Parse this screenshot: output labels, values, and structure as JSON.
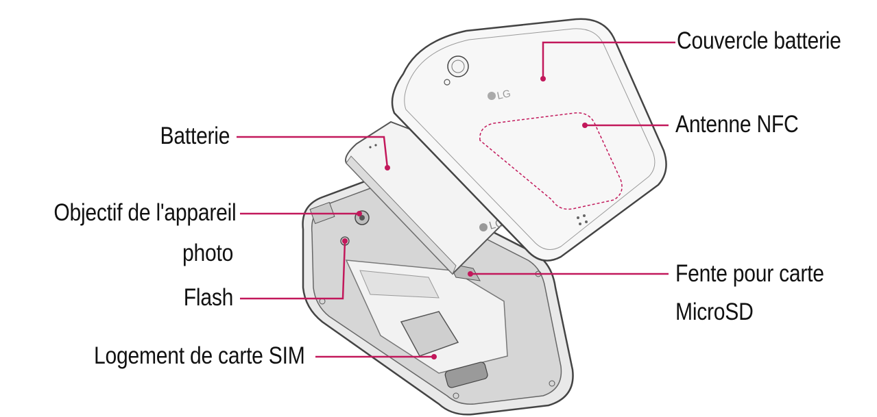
{
  "diagram": {
    "accent_color": "#c2185b",
    "brand_mark": "LG",
    "labels": {
      "battery_cover": "Couvercle batterie",
      "nfc_antenna": "Antenne NFC",
      "battery": "Batterie",
      "camera_lens_line1": "Objectif de l'appareil",
      "camera_lens_line2": "photo",
      "flash": "Flash",
      "microsd_line1": "Fente pour carte",
      "microsd_line2": "MicroSD",
      "sim_slot": "Logement de carte SIM"
    }
  }
}
